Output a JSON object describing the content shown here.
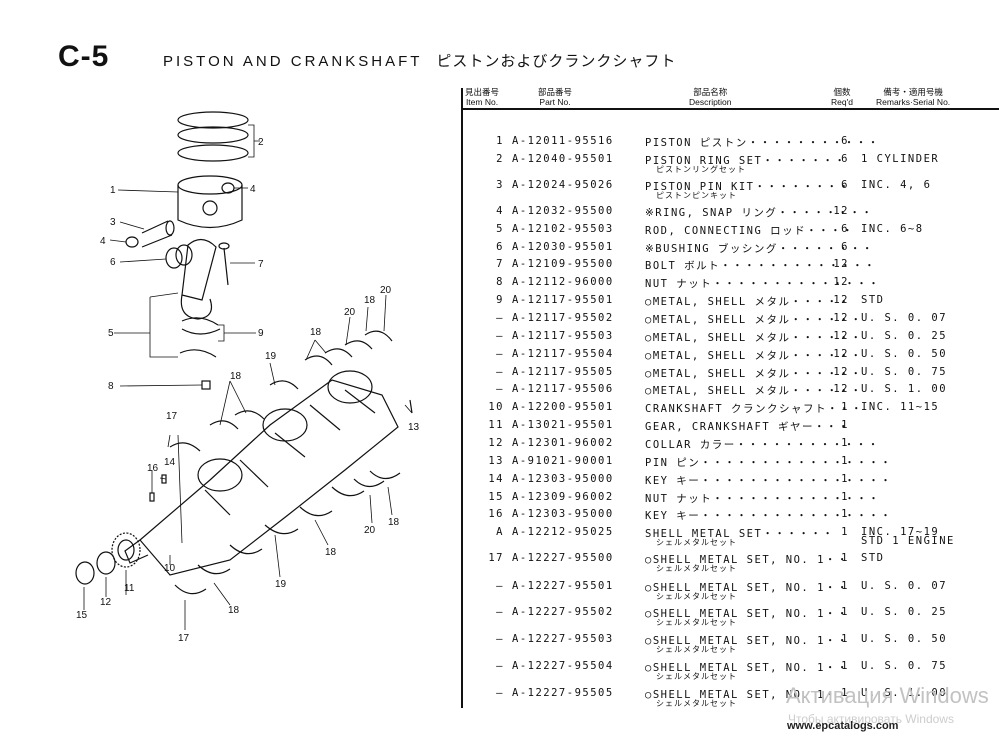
{
  "page": {
    "code": "C-5",
    "title": "PISTON AND CRANKSHAFT",
    "title_jp": "ピストンおよびクランクシャフト"
  },
  "headers": {
    "item_jp": "見出番号",
    "item": "Item No.",
    "part_jp": "部品番号",
    "part": "Part No.",
    "desc_jp": "部品名称",
    "desc": "Description",
    "qty_jp": "個数",
    "qty": "Req'd",
    "rem_jp": "備考・適用号機",
    "rem": "Remarks·Serial No."
  },
  "rows": [
    {
      "item": "1",
      "part": "A-12011-95516",
      "desc": "PISTON ピストン・・・・・・・・・・・",
      "qty": "6",
      "rem": "",
      "sub": ""
    },
    {
      "item": "2",
      "part": "A-12040-95501",
      "desc": "PISTON RING SET・・・・・・・",
      "qty": "6",
      "rem": "1 CYLINDER",
      "sub": "ピストンリングセット"
    },
    {
      "item": "3",
      "part": "A-12024-95026",
      "desc": "PISTON PIN KIT・・・・・・・・",
      "qty": "6",
      "rem": "INC. 4, 6",
      "sub": "ピストンピンキット"
    },
    {
      "item": "4",
      "part": "A-12032-95500",
      "desc": "※RING, SNAP リング・・・・・・・・",
      "qty": "12",
      "rem": "",
      "sub": ""
    },
    {
      "item": "5",
      "part": "A-12102-95503",
      "desc": "ROD, CONNECTING ロッド・・・・",
      "qty": "6",
      "rem": "INC. 6~8",
      "sub": ""
    },
    {
      "item": "6",
      "part": "A-12030-95501",
      "desc": "※BUSHING ブッシング・・・・・・・・",
      "qty": "6",
      "rem": "",
      "sub": ""
    },
    {
      "item": "7",
      "part": "A-12109-95500",
      "desc": "BOLT ボルト・・・・・・・・・・・・・",
      "qty": "12",
      "rem": "",
      "sub": ""
    },
    {
      "item": "8",
      "part": "A-12112-96000",
      "desc": "NUT ナット・・・・・・・・・・・・・・",
      "qty": "12",
      "rem": "",
      "sub": ""
    },
    {
      "item": "9",
      "part": "A-12117-95501",
      "desc": "○METAL, SHELL メタル・・・・・",
      "qty": "12",
      "rem": "STD",
      "sub": ""
    },
    {
      "item": "—",
      "part": "A-12117-95502",
      "desc": "○METAL, SHELL メタル・・・・・・",
      "qty": "12",
      "rem": "U. S. 0. 07",
      "sub": ""
    },
    {
      "item": "—",
      "part": "A-12117-95503",
      "desc": "○METAL, SHELL メタル・・・・・・",
      "qty": "12",
      "rem": "U. S. 0. 25",
      "sub": ""
    },
    {
      "item": "—",
      "part": "A-12117-95504",
      "desc": "○METAL, SHELL メタル・・・・・・",
      "qty": "12",
      "rem": "U. S. 0. 50",
      "sub": ""
    },
    {
      "item": "—",
      "part": "A-12117-95505",
      "desc": "○METAL, SHELL メタル・・・・・・",
      "qty": "12",
      "rem": "U. S. 0. 75",
      "sub": ""
    },
    {
      "item": "—",
      "part": "A-12117-95506",
      "desc": "○METAL, SHELL メタル・・・・・・",
      "qty": "12",
      "rem": "U. S. 1. 00",
      "sub": ""
    },
    {
      "item": "10",
      "part": "A-12200-95501",
      "desc": "CRANKSHAFT クランクシャフト・・・",
      "qty": "1",
      "rem": "INC. 11~15",
      "sub": ""
    },
    {
      "item": "11",
      "part": "A-13021-95501",
      "desc": "GEAR, CRANKSHAFT ギヤー・・・",
      "qty": "1",
      "rem": "",
      "sub": ""
    },
    {
      "item": "12",
      "part": "A-12301-96002",
      "desc": "COLLAR カラー・・・・・・・・・・・・",
      "qty": "1",
      "rem": "",
      "sub": ""
    },
    {
      "item": "13",
      "part": "A-91021-90001",
      "desc": "PIN ピン・・・・・・・・・・・・・・・・",
      "qty": "1",
      "rem": "",
      "sub": ""
    },
    {
      "item": "14",
      "part": "A-12303-95000",
      "desc": "KEY キー・・・・・・・・・・・・・・・・",
      "qty": "1",
      "rem": "",
      "sub": ""
    },
    {
      "item": "15",
      "part": "A-12309-96002",
      "desc": "NUT ナット・・・・・・・・・・・・・・",
      "qty": "1",
      "rem": "",
      "sub": ""
    },
    {
      "item": "16",
      "part": "A-12303-95000",
      "desc": "KEY キー・・・・・・・・・・・・・・・・",
      "qty": "1",
      "rem": "",
      "sub": ""
    },
    {
      "item": "A",
      "part": "A-12212-95025",
      "desc": "SHELL METAL SET・・・・・・",
      "qty": "1",
      "rem": "INC. 17~19",
      "rem2": "STD 1 ENGINE",
      "sub": "シェルメタルセット"
    },
    {
      "item": "17",
      "part": "A-12227-95500",
      "desc": "○SHELL METAL SET, NO. 1・・",
      "qty": "1",
      "rem": "STD",
      "sub": "シェルメタルセット"
    },
    {
      "item": "—",
      "part": "A-12227-95501",
      "desc": "○SHELL METAL SET, NO. 1・・",
      "qty": "1",
      "rem": "U. S. 0. 07",
      "sub": "シェルメタルセット"
    },
    {
      "item": "—",
      "part": "A-12227-95502",
      "desc": "○SHELL METAL SET, NO. 1・・",
      "qty": "1",
      "rem": "U. S. 0. 25",
      "sub": "シェルメタルセット"
    },
    {
      "item": "—",
      "part": "A-12227-95503",
      "desc": "○SHELL METAL SET, NO. 1・・",
      "qty": "1",
      "rem": "U. S. 0. 50",
      "sub": "シェルメタルセット"
    },
    {
      "item": "—",
      "part": "A-12227-95504",
      "desc": "○SHELL METAL SET, NO. 1・・",
      "qty": "1",
      "rem": "U. S. 0. 75",
      "sub": "シェルメタルセット"
    },
    {
      "item": "—",
      "part": "A-12227-95505",
      "desc": "○SHELL METAL SET, NO. 1・・",
      "qty": "1",
      "rem": "U. S. 1. 00",
      "sub": "シェルメタルセット"
    }
  ],
  "callouts": [
    "1",
    "2",
    "3",
    "4",
    "5",
    "6",
    "7",
    "8",
    "9",
    "10",
    "11",
    "12",
    "13",
    "14",
    "15",
    "16",
    "17",
    "18",
    "19",
    "20"
  ],
  "footer": {
    "url": "www.epcatalogs.com",
    "watermark_line1": "Активация Windows",
    "watermark_line2": "Чтобы активировать Windows"
  }
}
